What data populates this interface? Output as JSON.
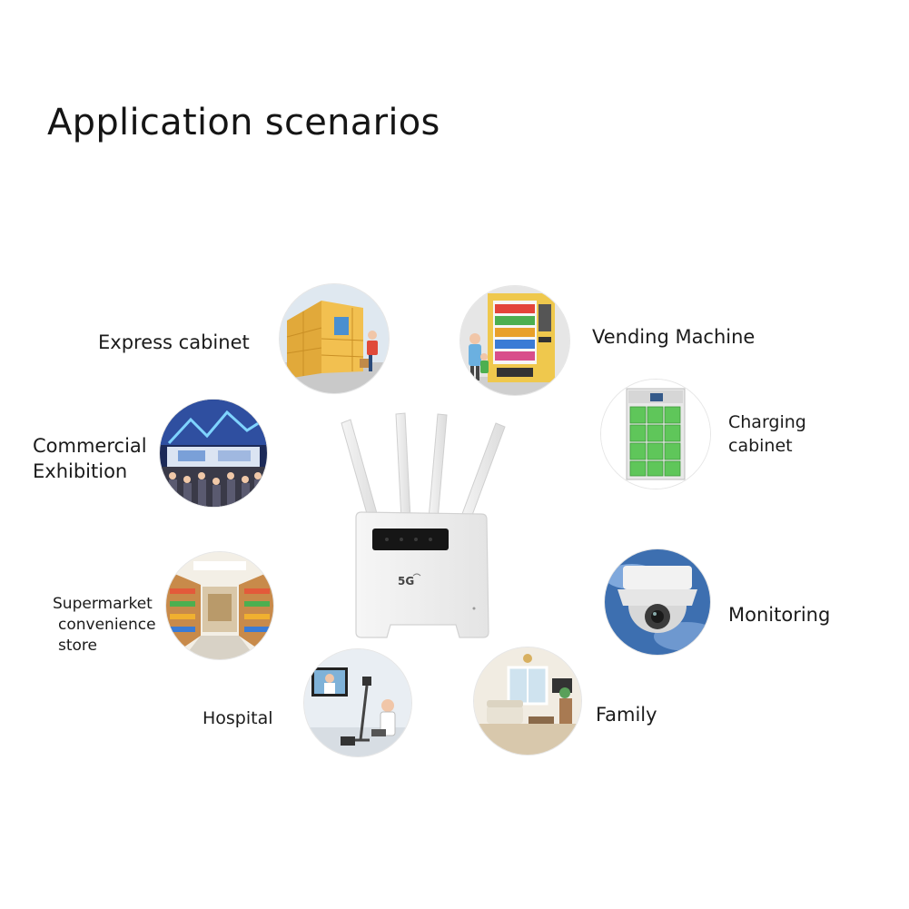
{
  "title": "Application scenarios",
  "router": {
    "badge": "5G"
  },
  "scenarios": {
    "express_cabinet": "Express cabinet",
    "vending_machine": "Vending Machine",
    "commercial_exhibition": [
      "Commercial",
      "Exhibition"
    ],
    "charging_cabinet": [
      "Charging",
      "cabinet"
    ],
    "supermarket": [
      "Supermarket",
      "convenience",
      "store"
    ],
    "monitoring": "Monitoring",
    "hospital": "Hospital",
    "family": "Family"
  }
}
